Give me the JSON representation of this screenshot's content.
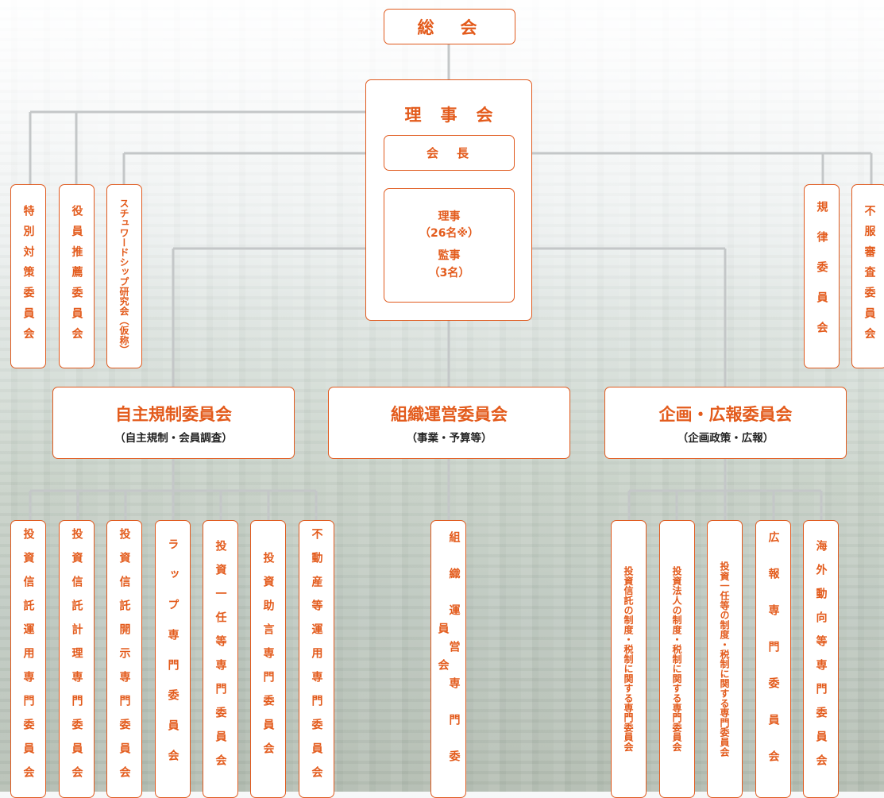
{
  "general_meeting": "総　会",
  "board": {
    "title": "理事会",
    "chairman": "会　長",
    "directors_label": "理事",
    "directors_count": "（26名※）",
    "auditors_label": "監事",
    "auditors_count": "（3名）"
  },
  "side_committees_left": [
    "特別対策委員会",
    "役員推薦委員会",
    "スチュワードシップ研究会（仮称）"
  ],
  "side_committees_right": [
    "規律委員会",
    "不服審査委員会"
  ],
  "committees": [
    {
      "title": "自主規制委員会",
      "subtitle": "（自主規制・会員調査）"
    },
    {
      "title": "組織運営委員会",
      "subtitle": "（事業・予算等）"
    },
    {
      "title": "企画・広報委員会",
      "subtitle": "（企画政策・広報）"
    }
  ],
  "self_regulation_subs": [
    "投資信託運用専門委員会",
    "投資信託計理専門委員会",
    "投資信託開示専門委員会",
    "ラップ専門委員会",
    "投資一任等専門委員会",
    "投資助言専門委員会",
    "不動産等運用専門委員会"
  ],
  "organization_subs": [
    "組織運営専門委員会"
  ],
  "planning_subs": [
    "投資信託の制度・税制に関する専門委員会",
    "投資法人の制度・税制に関する専門委員会",
    "投資一任等の制度・税制に関する専門委員会",
    "広報専門委員会",
    "海外動向等専門委員会"
  ],
  "colors": {
    "accent": "#e35b1c",
    "connector": "#c4c7c8",
    "box_fill": "#ffffff"
  }
}
